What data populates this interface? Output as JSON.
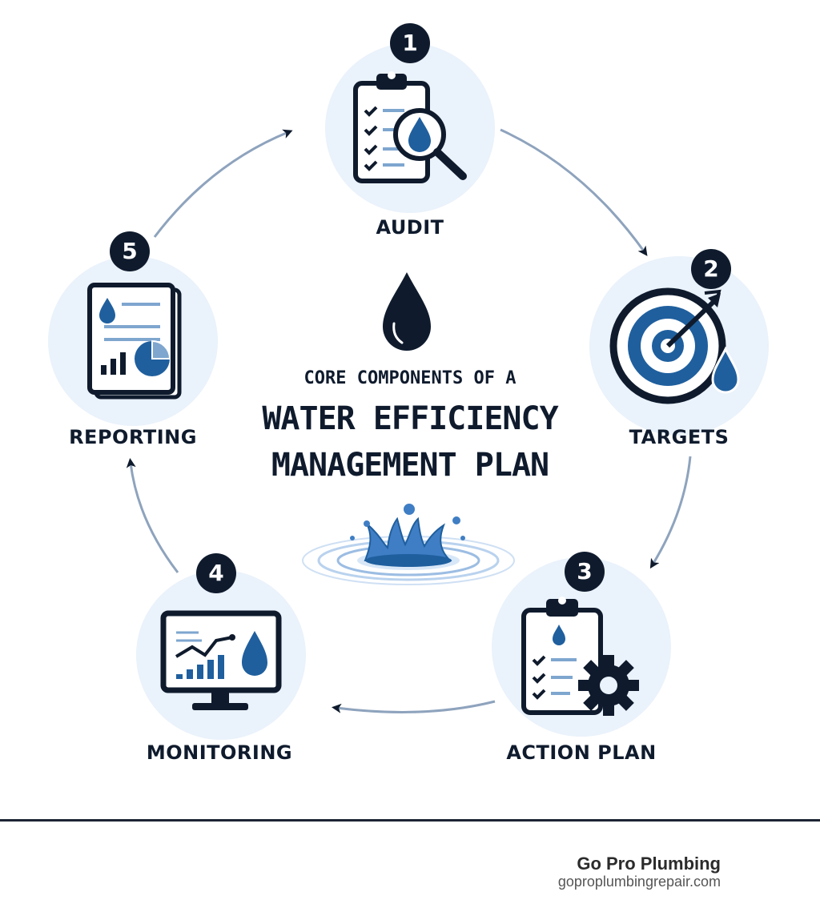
{
  "diagram": {
    "subtitle": "CORE COMPONENTS OF A",
    "title_line_1": "WATER EFFICIENCY",
    "title_line_2": "MANAGEMENT PLAN",
    "steps": [
      {
        "number": "1",
        "label": "AUDIT",
        "icon": "clipboard-magnifier-icon"
      },
      {
        "number": "2",
        "label": "TARGETS",
        "icon": "target-arrow-icon"
      },
      {
        "number": "3",
        "label": "ACTION PLAN",
        "icon": "clipboard-gear-icon"
      },
      {
        "number": "4",
        "label": "MONITORING",
        "icon": "monitor-chart-icon"
      },
      {
        "number": "5",
        "label": "REPORTING",
        "icon": "report-document-icon"
      }
    ],
    "center_icons": [
      "water-drop-icon",
      "water-splash-icon"
    ],
    "colors": {
      "navy": "#0f1b2d",
      "blue": "#1f5f9e",
      "light_blue": "#eaf2fb",
      "arrow": "#8ea3bd"
    }
  },
  "footer": {
    "brand": "Go Pro Plumbing",
    "url": "goproplumbingrepair.com"
  }
}
